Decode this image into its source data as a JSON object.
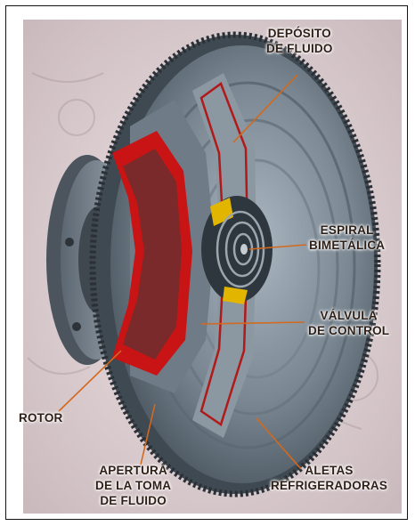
{
  "labels": {
    "deposito_line1": "DEPÓSITO",
    "deposito_line2": "DE FLUIDO",
    "espiral_line1": "ESPIRAL",
    "espiral_line2": "BIMETÁLICA",
    "valvula_line1": "VÁLVULA",
    "valvula_line2": "DE CONTROL",
    "rotor": "ROTOR",
    "apertura_line1": "APERTURA",
    "apertura_line2": "DE LA TOMA",
    "apertura_line3": "DE FLUIDO",
    "aletas_line1": "ALETAS",
    "aletas_line2": "REFRIGERADORAS"
  },
  "colors": {
    "leader_line": "#d2691e",
    "fluid_red": "#c81414",
    "disc_gray": "#7d8a95",
    "spring_yellow": "#e2b600"
  }
}
